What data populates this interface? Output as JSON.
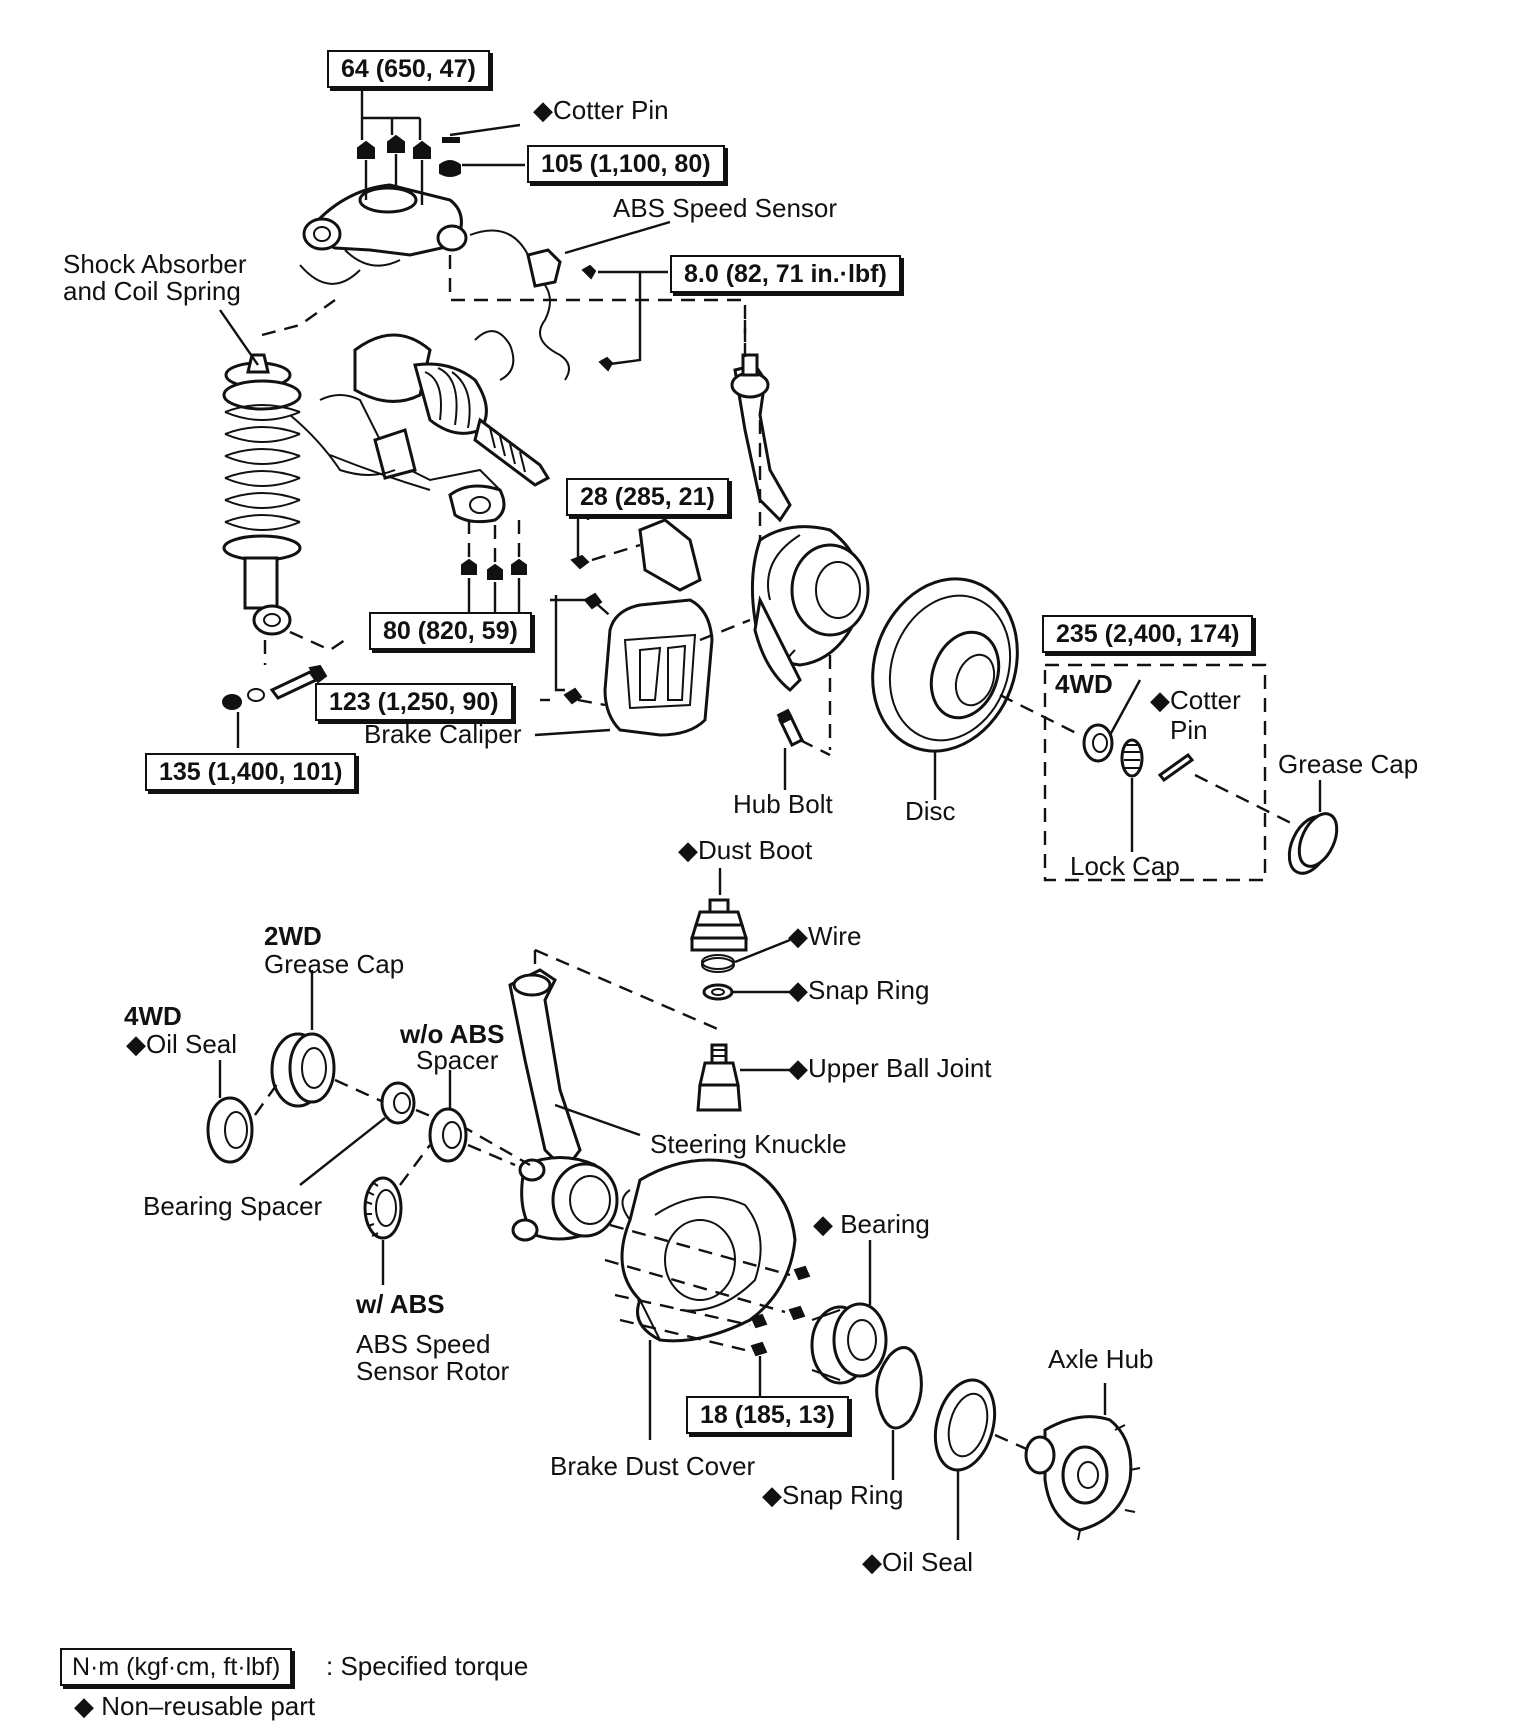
{
  "torque_specs": {
    "t64": "64 (650, 47)",
    "t105": "105 (1,100, 80)",
    "t8": "8.0 (82, 71 in.·lbf)",
    "t28": "28 (285, 21)",
    "t80": "80 (820, 59)",
    "t123": "123 (1,250, 90)",
    "t135": "135 (1,400, 101)",
    "t235": "235 (2,400, 174)",
    "t18": "18 (185, 13)"
  },
  "upper": {
    "cotter_pin": "◆Cotter Pin",
    "abs_speed_sensor": "ABS Speed Sensor",
    "shock_line1": "Shock Absorber",
    "shock_line2": "and Coil Spring",
    "brake_caliper": "Brake Caliper",
    "hub_bolt": "Hub Bolt",
    "disc": "Disc",
    "fourwd": "4WD",
    "cotter_pin_4wd_line1": "◆Cotter",
    "cotter_pin_4wd_line2": "Pin",
    "grease_cap": "Grease Cap",
    "lock_cap": "Lock Cap"
  },
  "lower": {
    "dust_boot": "◆Dust Boot",
    "wire": "◆Wire",
    "snap_ring_upper": "◆Snap Ring",
    "upper_ball_joint": "◆Upper Ball Joint",
    "twowd": "2WD",
    "twowd_grease_cap": "Grease Cap",
    "fourwd": "4WD",
    "oil_seal_left": "◆Oil Seal",
    "wo_abs": "w/o ABS",
    "spacer": "Spacer",
    "steering_knuckle": "Steering Knuckle",
    "bearing_spacer": "Bearing Spacer",
    "bearing": "◆ Bearing",
    "w_abs": "w/ ABS",
    "abs_rotor_line1": "ABS Speed",
    "abs_rotor_line2": "Sensor Rotor",
    "axle_hub": "Axle Hub",
    "brake_dust_cover": "Brake Dust Cover",
    "snap_ring_lower": "◆Snap Ring",
    "oil_seal_right": "◆Oil Seal"
  },
  "legend": {
    "unit_box": "N·m (kgf·cm, ft·lbf)",
    "unit_desc": ": Specified torque",
    "nonreusable": "◆ Non–reusable part"
  }
}
